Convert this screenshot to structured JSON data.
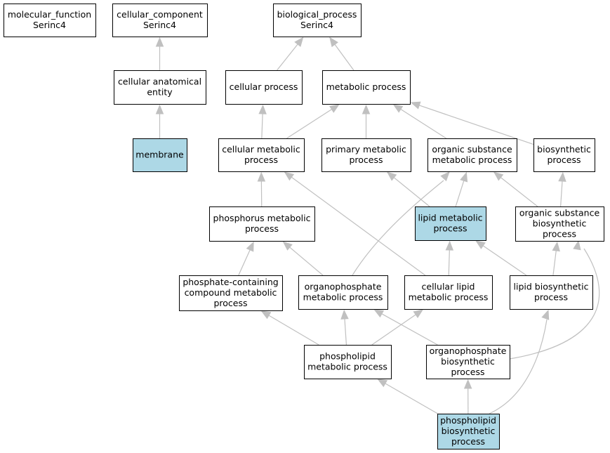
{
  "graph": {
    "highlight_color": "#add8e6",
    "node_color": "#ffffff",
    "edge_color": "#c0c0c0",
    "nodes": [
      {
        "id": "mf_root",
        "lines": [
          "molecular_function",
          "Serinc4"
        ],
        "highlighted": false
      },
      {
        "id": "cc_root",
        "lines": [
          "cellular_component",
          "Serinc4"
        ],
        "highlighted": false
      },
      {
        "id": "bp_root",
        "lines": [
          "biological_process",
          "Serinc4"
        ],
        "highlighted": false
      },
      {
        "id": "cae",
        "lines": [
          "cellular anatomical",
          "entity"
        ],
        "highlighted": false
      },
      {
        "id": "cellular_process",
        "lines": [
          "cellular process"
        ],
        "highlighted": false
      },
      {
        "id": "metabolic_process",
        "lines": [
          "metabolic process"
        ],
        "highlighted": false
      },
      {
        "id": "membrane",
        "lines": [
          "membrane"
        ],
        "highlighted": true
      },
      {
        "id": "cmp",
        "lines": [
          "cellular metabolic",
          "process"
        ],
        "highlighted": false
      },
      {
        "id": "pmp",
        "lines": [
          "primary metabolic",
          "process"
        ],
        "highlighted": false
      },
      {
        "id": "osmp",
        "lines": [
          "organic substance",
          "metabolic process"
        ],
        "highlighted": false
      },
      {
        "id": "bsp",
        "lines": [
          "biosynthetic",
          "process"
        ],
        "highlighted": false
      },
      {
        "id": "phos_mp",
        "lines": [
          "phosphorus metabolic",
          "process"
        ],
        "highlighted": false
      },
      {
        "id": "lmp",
        "lines": [
          "lipid metabolic",
          "process"
        ],
        "highlighted": true
      },
      {
        "id": "osbp",
        "lines": [
          "organic substance",
          "biosynthetic",
          "process"
        ],
        "highlighted": false
      },
      {
        "id": "pccmp",
        "lines": [
          "phosphate-containing",
          "compound metabolic",
          "process"
        ],
        "highlighted": false
      },
      {
        "id": "opmp",
        "lines": [
          "organophosphate",
          "metabolic process"
        ],
        "highlighted": false
      },
      {
        "id": "clmp",
        "lines": [
          "cellular lipid",
          "metabolic process"
        ],
        "highlighted": false
      },
      {
        "id": "lbp",
        "lines": [
          "lipid biosynthetic",
          "process"
        ],
        "highlighted": false
      },
      {
        "id": "plmp",
        "lines": [
          "phospholipid",
          "metabolic process"
        ],
        "highlighted": false
      },
      {
        "id": "opbp",
        "lines": [
          "organophosphate",
          "biosynthetic",
          "process"
        ],
        "highlighted": false
      },
      {
        "id": "plbp",
        "lines": [
          "phospholipid",
          "biosynthetic",
          "process"
        ],
        "highlighted": true
      }
    ],
    "edges": [
      {
        "from": "cae",
        "to": "cc_root"
      },
      {
        "from": "membrane",
        "to": "cae"
      },
      {
        "from": "cellular_process",
        "to": "bp_root"
      },
      {
        "from": "metabolic_process",
        "to": "bp_root"
      },
      {
        "from": "cmp",
        "to": "cellular_process"
      },
      {
        "from": "cmp",
        "to": "metabolic_process"
      },
      {
        "from": "pmp",
        "to": "metabolic_process"
      },
      {
        "from": "osmp",
        "to": "metabolic_process"
      },
      {
        "from": "bsp",
        "to": "metabolic_process"
      },
      {
        "from": "phos_mp",
        "to": "cmp"
      },
      {
        "from": "lmp",
        "to": "pmp"
      },
      {
        "from": "lmp",
        "to": "osmp"
      },
      {
        "from": "osbp",
        "to": "osmp"
      },
      {
        "from": "osbp",
        "to": "bsp"
      },
      {
        "from": "pccmp",
        "to": "phos_mp"
      },
      {
        "from": "opmp",
        "to": "phos_mp"
      },
      {
        "from": "opmp",
        "to": "osmp"
      },
      {
        "from": "clmp",
        "to": "cmp"
      },
      {
        "from": "clmp",
        "to": "lmp"
      },
      {
        "from": "lbp",
        "to": "lmp"
      },
      {
        "from": "lbp",
        "to": "osbp"
      },
      {
        "from": "plmp",
        "to": "pccmp"
      },
      {
        "from": "plmp",
        "to": "opmp"
      },
      {
        "from": "plmp",
        "to": "clmp"
      },
      {
        "from": "opbp",
        "to": "opmp"
      },
      {
        "from": "opbp",
        "to": "osbp"
      },
      {
        "from": "plbp",
        "to": "plmp"
      },
      {
        "from": "plbp",
        "to": "opbp"
      },
      {
        "from": "plbp",
        "to": "lbp"
      }
    ]
  }
}
